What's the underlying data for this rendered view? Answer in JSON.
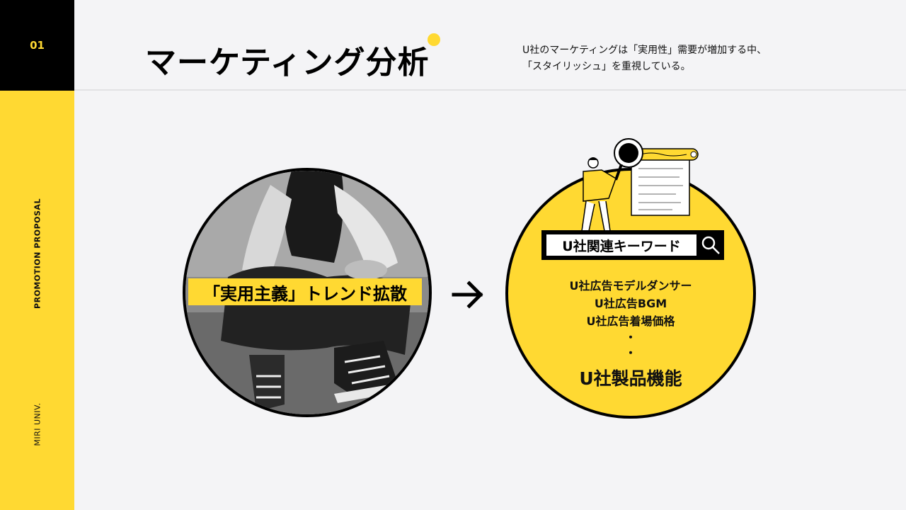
{
  "sidebar": {
    "page_number": "01",
    "promotion_label": "PROMOTION PROPOSAL",
    "university_label": "MIRI UNIV."
  },
  "header": {
    "title": "マーケティング分析",
    "description_line1": "U社のマーケティングは「実用性」需要が増加する中、",
    "description_line2": "「スタイリッシュ」を重視している。"
  },
  "left_panel": {
    "trend_label": "「実用主義」トレンド拡散",
    "image": "woman-crouching-in-sneakers-photo"
  },
  "arrow_icon": "right-arrow-icon",
  "right_panel": {
    "search_text": "U社関連キーワード",
    "search_icon": "search-icon",
    "illustration": "person-with-magnifier-and-document",
    "keywords": [
      "U社広告モデルダンサー",
      "U社広告BGM",
      "U社広告着場価格",
      "・",
      "・",
      "U社製品機能"
    ]
  },
  "colors": {
    "accent": "#ffd932",
    "black": "#000000",
    "background": "#f4f4f6"
  }
}
